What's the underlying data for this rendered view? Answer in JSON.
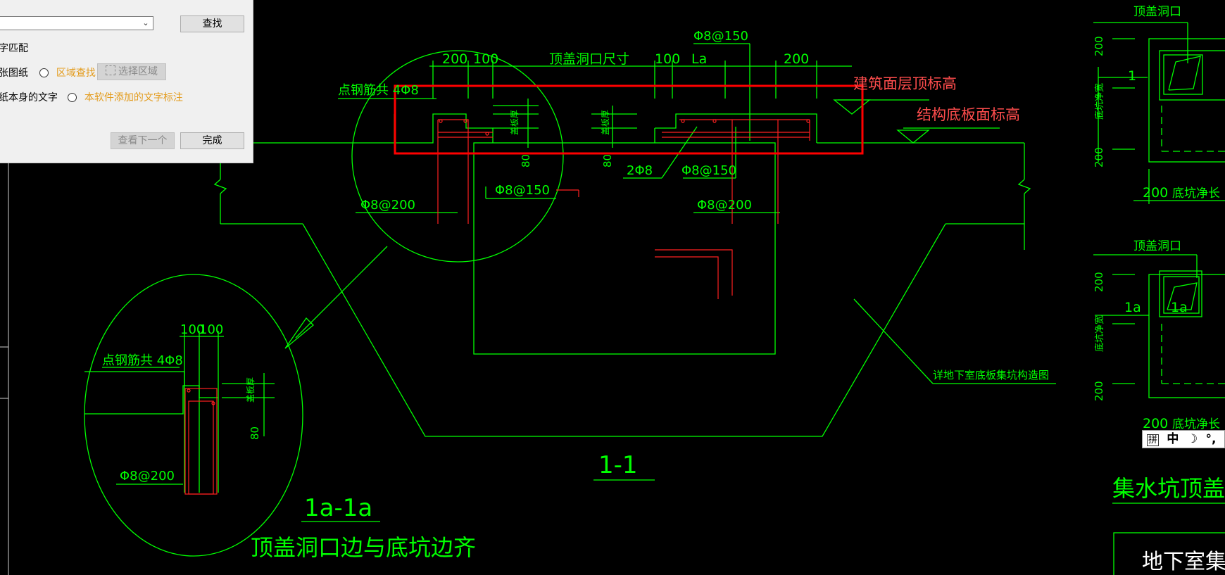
{
  "find_dialog": {
    "search_value": "",
    "find_button": "查找",
    "match_label": "字匹配",
    "scope_drawing_label": "张图纸",
    "region_find_label": "区域查找",
    "select_region_button": "选择区域",
    "own_text_label": "纸本身的文字",
    "software_text_label": "本软件添加的文字标注",
    "view_next_button": "查看下一个",
    "done_button": "完成"
  },
  "ime_toolbar": {
    "layout_icon": "拼",
    "mode": "中",
    "moon_icon": "moon-icon",
    "punct": "°,"
  },
  "drawing": {
    "colors": {
      "linework": "#00ff00",
      "rebar": "#ff2020",
      "highlight": "#ff0000",
      "background": "#000000"
    },
    "section_1_1": {
      "title": "1-1",
      "dim_200_left": "200",
      "dim_100_left": "100",
      "opening_size_label": "顶盖洞口尺寸",
      "dim_100_right": "100",
      "dim_la": "La",
      "dim_200_right": "200",
      "rebar_top": "Φ8@150",
      "point_rebar_label": "点钢筋共 4Φ8",
      "building_level_label": "建筑面层顶标高",
      "structure_level_label": "结构底板面标高",
      "cover_thickness_1": "盖板厚",
      "cover_thickness_2": "盖板厚",
      "dim_80_1": "80",
      "dim_80_2": "80",
      "rebar_2phi8": "2Φ8",
      "rebar_phi8_150_a": "Φ8@150",
      "rebar_phi8_150_b": "Φ8@150",
      "rebar_phi8_200_left": "Φ8@200",
      "rebar_phi8_200_right": "Φ8@200",
      "detail_note": "详地下室底板集坑构造图"
    },
    "detail_1a": {
      "title": "1a-1a",
      "subtitle": "顶盖洞口边与底坑边齐",
      "dim_100_a": "100",
      "dim_100_b": "100",
      "point_rebar_label": "点钢筋共 4Φ8",
      "cover_thickness": "盖板厚",
      "dim_80": "80",
      "rebar_phi8_200": "Φ8@200"
    },
    "plan_right": {
      "opening_label_top": "顶盖洞口",
      "opening_label_bottom": "顶盖洞口",
      "dim_200_a": "200",
      "dim_200_b": "200",
      "dim_200_c": "200",
      "dim_200_d": "200",
      "dim_200_e": "200",
      "dim_200_f": "200",
      "pit_width_label_1": "底坑净宽",
      "pit_width_label_2": "底坑净宽",
      "pit_length_label_1": "底坑净长",
      "pit_length_label_2": "底坑净长",
      "mark_1": "1",
      "mark_1a_outer": "1a",
      "mark_1a_inner": "1a",
      "plan_title": "集水坑顶盖平面示",
      "title_block_text": "地下室集水"
    }
  }
}
